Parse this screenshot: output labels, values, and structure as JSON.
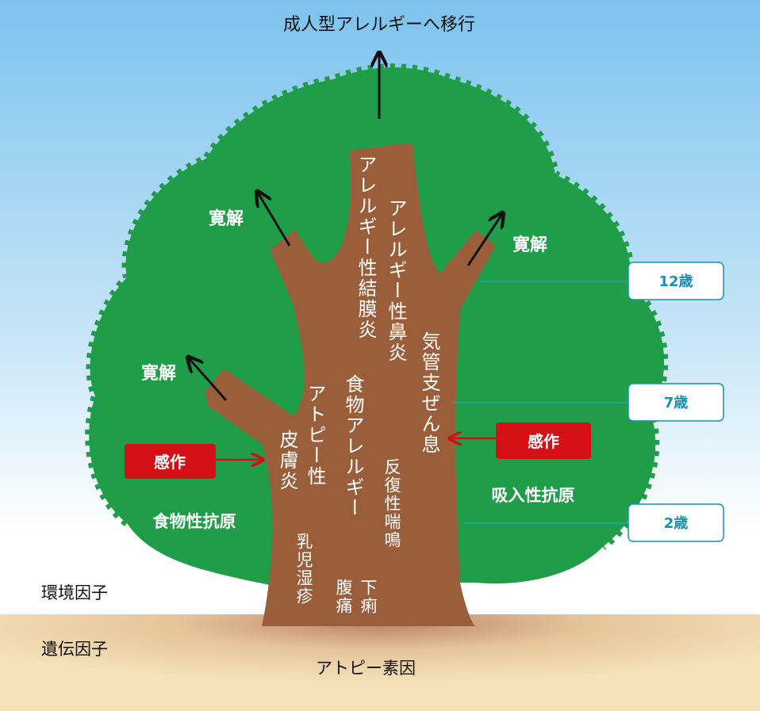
{
  "title": "成人型アレルギーへ移行",
  "kankai_left_upper": "寛解",
  "kankai_left_lower": "寛解",
  "kankai_right": "寛解",
  "trunk": {
    "ketsumaku": "アレルギー性結膜炎",
    "bien": "アレルギー性鼻炎",
    "kikan": "気管支ぜん息",
    "shokumotsu": "食物アレルギー",
    "atopy_line1": "アトピー性",
    "atopy_line2": "皮膚炎",
    "zenmei": "反復性喘鳴",
    "nyuji": "乳児湿疹",
    "fukutsu": "腹痛",
    "geri": "下痢"
  },
  "kansaku_left": "感作",
  "kansaku_right": "感作",
  "food_antigen": "食物性抗原",
  "inhalant_antigen": "吸入性抗原",
  "ages": [
    "12歳",
    "7歳",
    "2歳"
  ],
  "environment": "環境因子",
  "heredity": "遺伝因子",
  "atopy_factor": "アトピー素因",
  "colors": {
    "sky": "#7cc3ee",
    "foliage": "#1f9d48",
    "trunk": "#9a5f3a",
    "soil": "#f2ddb0",
    "badge_border": "#1a8fb0",
    "kansaku": "#d40f16"
  }
}
